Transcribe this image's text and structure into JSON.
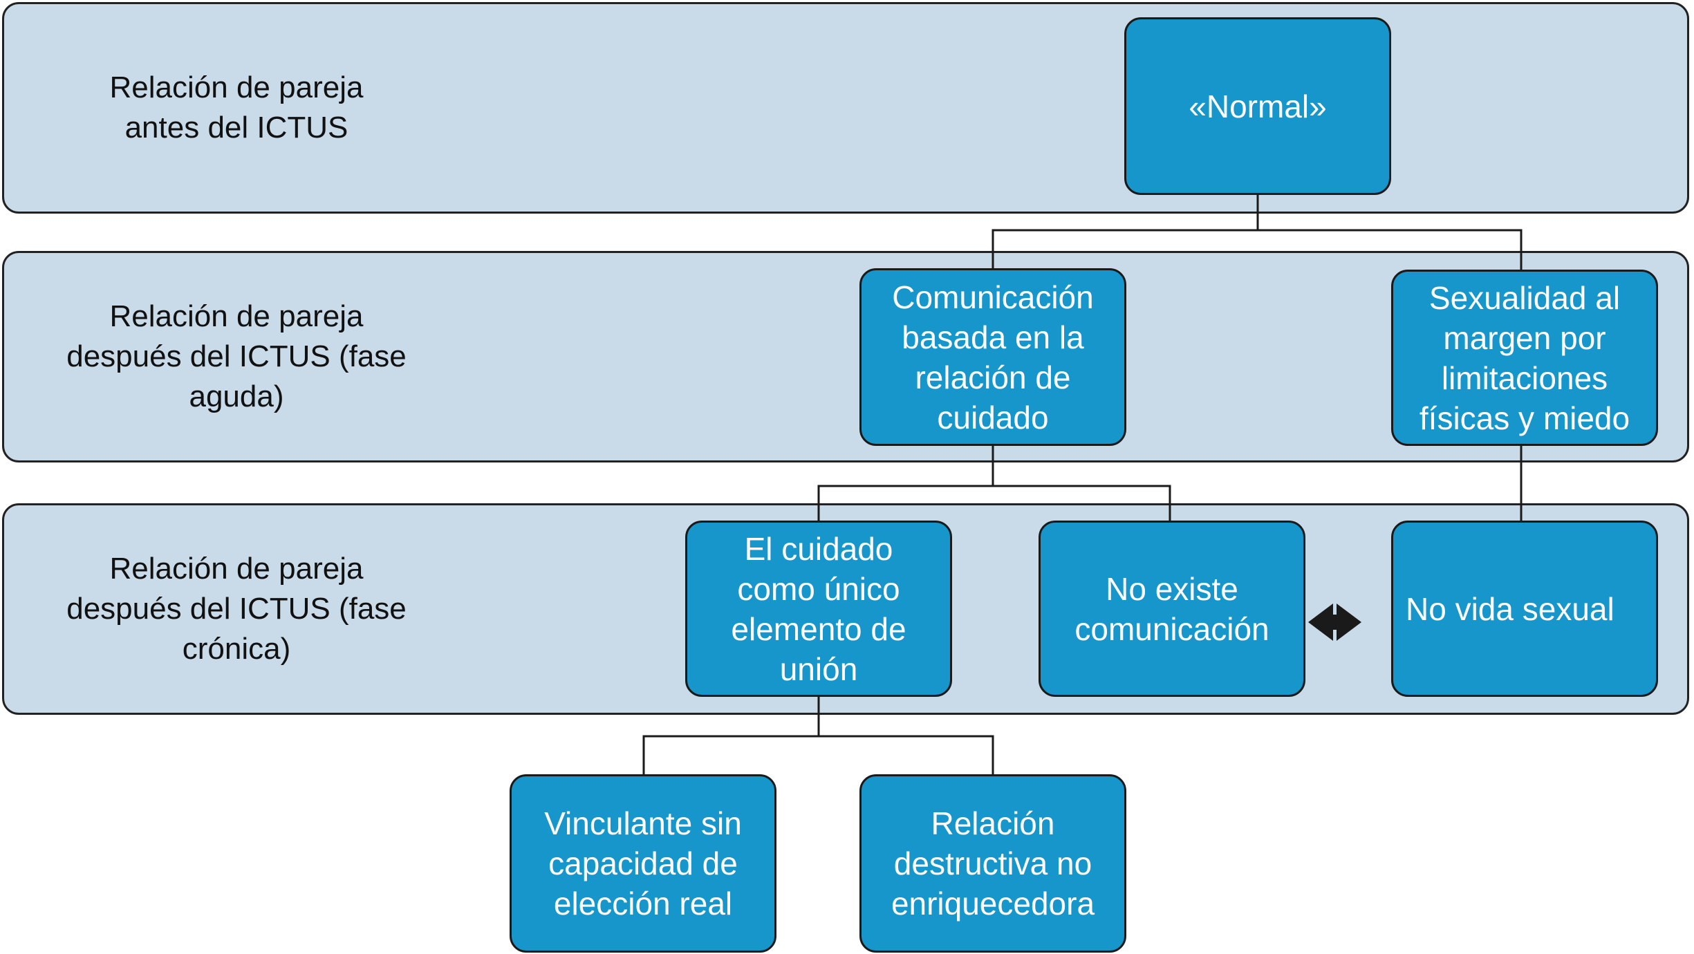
{
  "colors": {
    "band_fill": "#c9dae8",
    "node_fill": "#1796cc",
    "node_text": "#ffffff",
    "outline": "#1a1a1a"
  },
  "bands": [
    {
      "label": "Relación de pareja\nantes del ICTUS"
    },
    {
      "label": "Relación de pareja\ndespués del ICTUS (fase\naguda)"
    },
    {
      "label": "Relación de pareja\ndespués del ICTUS (fase\ncrónica)"
    }
  ],
  "nodes": {
    "normal": "«Normal»",
    "comunicacion_cuidado": "Comunicación\nbasada en la\nrelación de\ncuidado",
    "sexualidad_margen": "Sexualidad al\nmargen por\nlimitaciones\nfísicas y miedo",
    "cuidado_unico": "El cuidado\ncomo único\nelemento de\nunión",
    "no_comunicacion": "No existe\ncomunicación",
    "no_vida_sexual": "No vida sexual",
    "vinculante": "Vinculante sin\ncapacidad de\nelección real",
    "destructiva": "Relación\ndestructiva no\nenriquecedora"
  }
}
